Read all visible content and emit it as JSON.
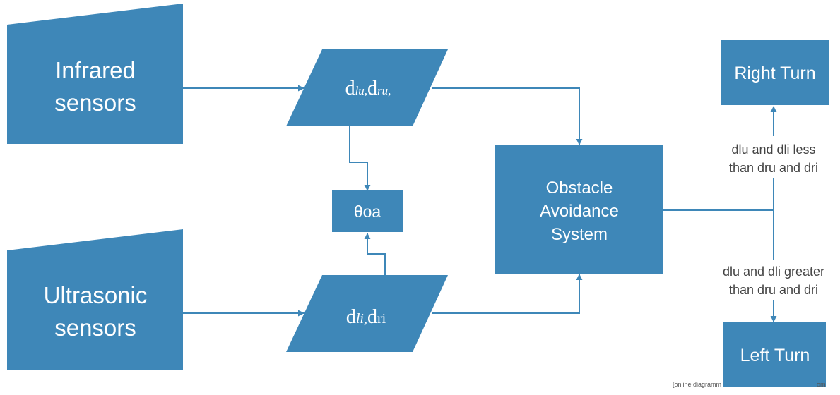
{
  "colors": {
    "node_fill": "#3e87b8",
    "edge": "#3e87b8",
    "label_text": "#444444"
  },
  "nodes": {
    "infrared": {
      "line1": "Infrared",
      "line2": "sensors"
    },
    "ultrasonic": {
      "line1": "Ultrasonic",
      "line2": "sensors"
    },
    "upper_data": {
      "d1": "d",
      "s1": "lu,",
      "d2": "d",
      "s2": "ru,"
    },
    "lower_data": {
      "d1": "d",
      "s1": "li,",
      "d2": "d",
      "s2": "ri"
    },
    "theta": {
      "label": "θoa"
    },
    "oas": {
      "line1": "Obstacle",
      "line2": "Avoidance",
      "line3": "System"
    },
    "right_turn": {
      "label": "Right Turn"
    },
    "left_turn": {
      "label": "Left Turn"
    }
  },
  "edge_labels": {
    "right": {
      "line1": "dlu and dli less",
      "line2": "than dru and dri"
    },
    "left": {
      "line1": "dlu and dli greater",
      "line2": "than dru and dri"
    }
  },
  "watermark": {
    "left": "[online diagramm",
    "right": "om"
  }
}
